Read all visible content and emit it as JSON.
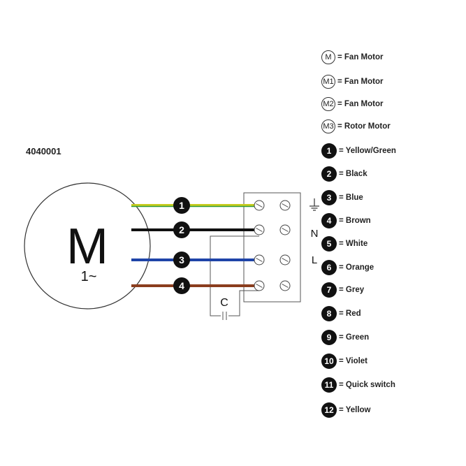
{
  "product_code": "4040001",
  "motor": {
    "symbol": "M",
    "phase": "1~"
  },
  "wires": [
    {
      "number": "1",
      "color": "#c8cc1f",
      "stripe": "#2f9a3a"
    },
    {
      "number": "2",
      "color": "#111111"
    },
    {
      "number": "3",
      "color": "#1f44a8"
    },
    {
      "number": "4",
      "color": "#8a3d1e"
    }
  ],
  "terminal_labels": {
    "ground_icon": "ground-icon",
    "neutral": "N",
    "live": "L"
  },
  "capacitor_label": "C",
  "legend": {
    "motors": [
      {
        "symbol": "M",
        "text": "= Fan Motor"
      },
      {
        "symbol": "M1",
        "text": "= Fan Motor"
      },
      {
        "symbol": "M2",
        "text": "= Fan Motor"
      },
      {
        "symbol": "M3",
        "text": "= Rotor Motor"
      }
    ],
    "colors": [
      {
        "number": "1",
        "text": "= Yellow/Green"
      },
      {
        "number": "2",
        "text": "= Black"
      },
      {
        "number": "3",
        "text": "= Blue"
      },
      {
        "number": "4",
        "text": "= Brown"
      },
      {
        "number": "5",
        "text": "= White"
      },
      {
        "number": "6",
        "text": "= Orange"
      },
      {
        "number": "7",
        "text": "= Grey"
      },
      {
        "number": "8",
        "text": "= Red"
      },
      {
        "number": "9",
        "text": "= Green"
      },
      {
        "number": "10",
        "text": "= Violet"
      },
      {
        "number": "11",
        "text": "= Quick switch"
      },
      {
        "number": "12",
        "text": "= Yellow"
      }
    ]
  }
}
